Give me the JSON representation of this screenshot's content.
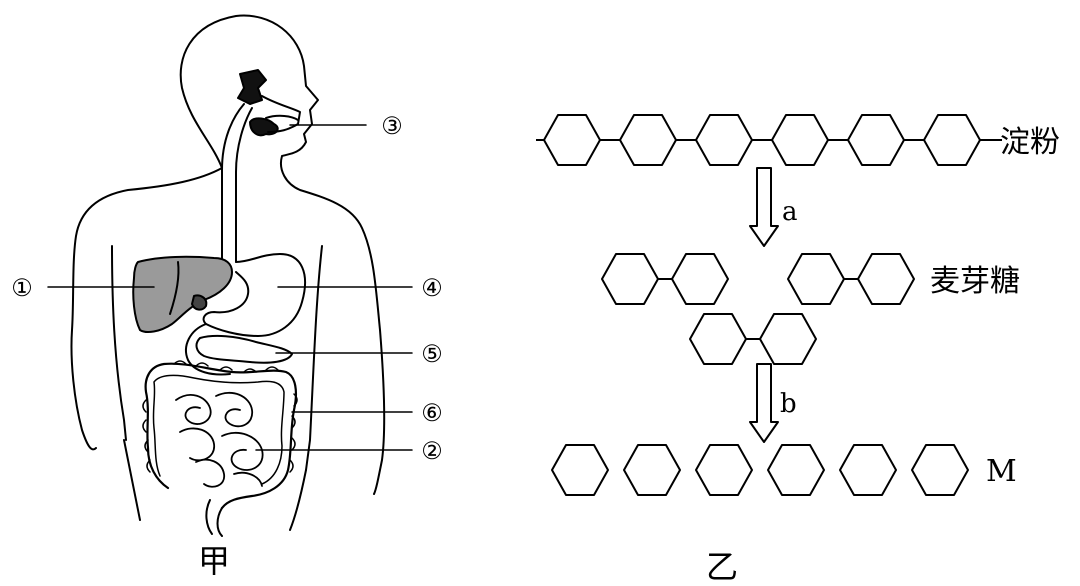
{
  "figure_jia": {
    "caption": "甲",
    "labels": {
      "n1": "①",
      "n2": "②",
      "n3": "③",
      "n4": "④",
      "n5": "⑤",
      "n6": "⑥"
    }
  },
  "figure_yi": {
    "caption": "乙",
    "molecules": {
      "starch": "淀粉",
      "maltose": "麦芽糖",
      "m": "M"
    },
    "arrows": {
      "a": "a",
      "b": "b"
    }
  },
  "counts": {
    "starch_units": 6,
    "maltose_pairs": 3,
    "m_units": 6
  }
}
